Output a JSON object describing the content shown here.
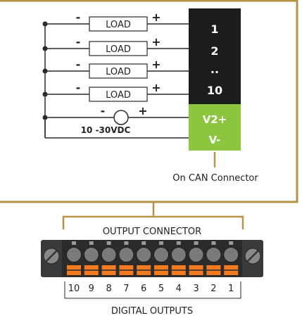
{
  "loads": [
    {
      "label": "LOAD",
      "minus": "-",
      "plus": "+",
      "terminal": "1"
    },
    {
      "label": "LOAD",
      "minus": "-",
      "plus": "+",
      "terminal": "2"
    },
    {
      "label": "LOAD",
      "minus": "-",
      "plus": "+",
      "terminal": ".."
    },
    {
      "label": "LOAD",
      "minus": "-",
      "plus": "+",
      "terminal": "10"
    }
  ],
  "supply": {
    "minus": "-",
    "plus": "+",
    "label": "10 -30VDC"
  },
  "can": {
    "v_plus": "V2+",
    "v_minus": "V-",
    "note": "On CAN Connector"
  },
  "connector": {
    "title": "OUTPUT CONNECTOR",
    "pins": [
      "10",
      "9",
      "8",
      "7",
      "6",
      "5",
      "4",
      "3",
      "2",
      "1"
    ],
    "caption": "DIGITAL OUTPUTS"
  },
  "colors": {
    "frame": "#b5944a",
    "terminal_block": "#1c1c1c",
    "can_block": "#8cc63f",
    "pin_orange": "#f47b20",
    "connector_body": "#2b2b2b",
    "wire": "#2a2a2a"
  }
}
